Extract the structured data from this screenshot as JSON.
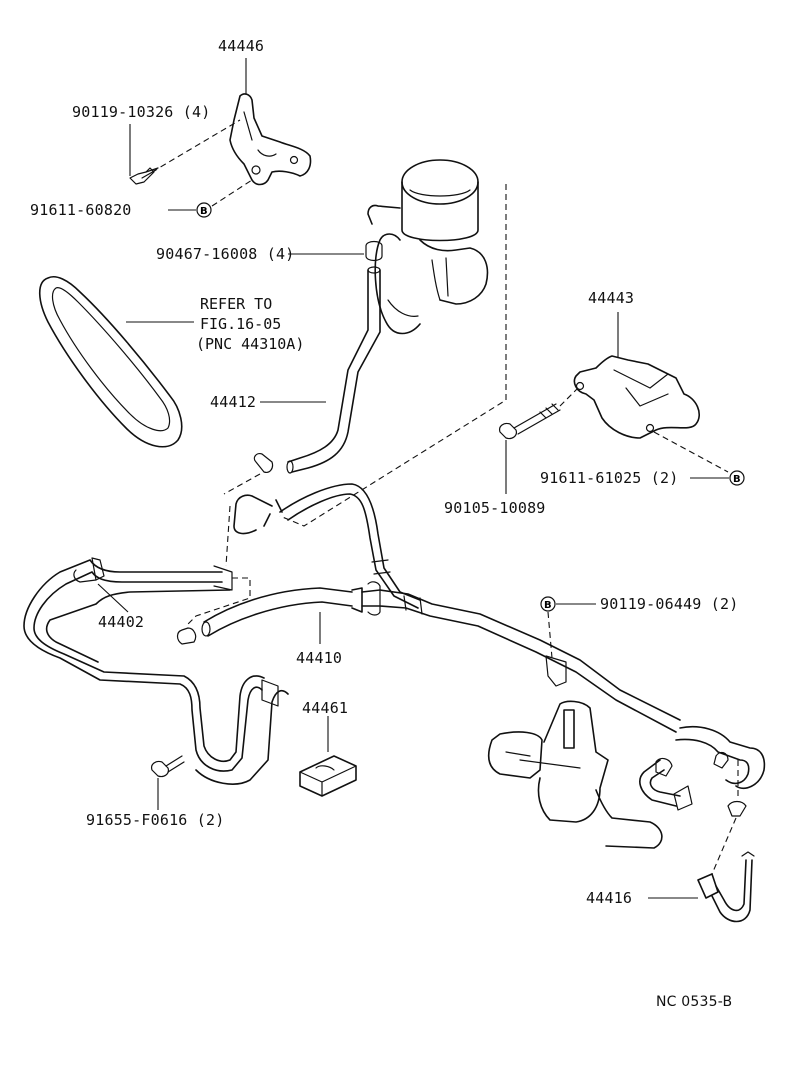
{
  "diagram": {
    "labels": {
      "p44446": "44446",
      "p90119_10326": "90119-10326 (4)",
      "p91611_60820": "91611-60820",
      "p90467_16008": "90467-16008 (4)",
      "refer_line1": "REFER TO",
      "refer_line2": "FIG.16-05",
      "refer_line3": "(PNC 44310A)",
      "p44412": "44412",
      "p44443": "44443",
      "p91611_61025": "91611-61025 (2)",
      "p90105_10089": "90105-10089",
      "p44402": "44402",
      "p44410": "44410",
      "p90119_06449": "90119-06449 (2)",
      "p44461": "44461",
      "p91655_F0616": "91655-F0616 (2)",
      "p44416": "44416",
      "footer_code": "NC 0535-B"
    },
    "marker_letter": "B"
  }
}
